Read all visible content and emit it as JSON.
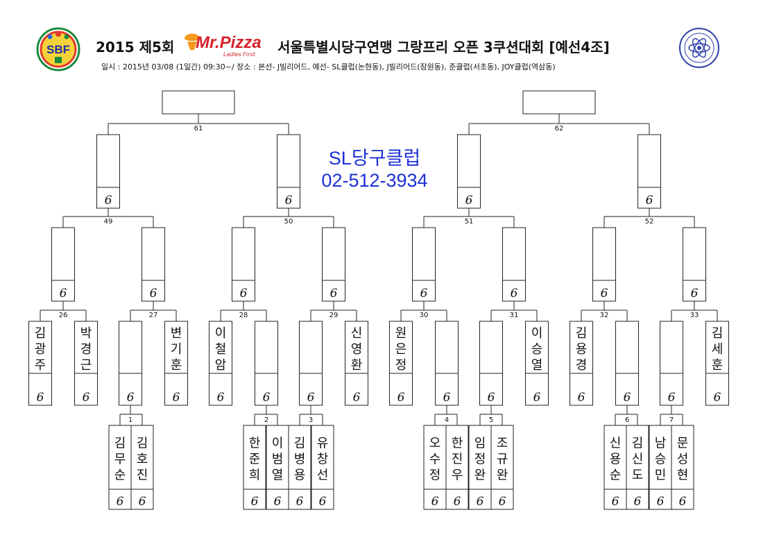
{
  "header": {
    "logo_left_text": "SBF",
    "year_round": "2015 제5회",
    "brand": "Mr.Pizza",
    "brand_sub": "Ladies First",
    "title": "서울특별시당구연맹 그랑프리 오픈 3쿠션대회 [예선4조]",
    "info": "일시 : 2015년 03/08 (1일간) 09:30~/ 장소 : 본선- J빌리어드, 예선- SL클럽(논현동), J빌리어드(잠원동), 준클럽(서초동), JOY클럽(역삼동)"
  },
  "promo": {
    "club": "SL당구클럽",
    "phone": "02-512-3934"
  },
  "bracket": {
    "score": "6",
    "final_slots": [
      {
        "player": ""
      },
      {
        "player": ""
      }
    ],
    "match_numbers": {
      "r61": "61",
      "r62": "62",
      "r49": "49",
      "r50": "50",
      "r51": "51",
      "r52": "52",
      "r26": "26",
      "r27": "27",
      "r28": "28",
      "r29": "29",
      "r30": "30",
      "r31": "31",
      "r32": "32",
      "r33": "33",
      "r1": "1",
      "r2": "2",
      "r3": "3",
      "r4": "4",
      "r5": "5",
      "r6": "6",
      "r7": "7"
    },
    "r16": [
      {
        "player": ""
      },
      {
        "player": ""
      },
      {
        "player": ""
      },
      {
        "player": ""
      }
    ],
    "r32": [
      {
        "player": ""
      },
      {
        "player": ""
      },
      {
        "player": ""
      },
      {
        "player": ""
      },
      {
        "player": ""
      },
      {
        "player": ""
      },
      {
        "player": ""
      },
      {
        "player": ""
      }
    ],
    "r64": [
      {
        "player": "김광주"
      },
      {
        "player": "박경근"
      },
      {
        "player": ""
      },
      {
        "player": "변기훈"
      },
      {
        "player": "이철암"
      },
      {
        "player": ""
      },
      {
        "player": ""
      },
      {
        "player": "신영환"
      },
      {
        "player": "원은정"
      },
      {
        "player": ""
      },
      {
        "player": ""
      },
      {
        "player": "이승열"
      },
      {
        "player": "김용경"
      },
      {
        "player": ""
      },
      {
        "player": ""
      },
      {
        "player": "김세훈"
      }
    ],
    "prelim": [
      {
        "player": "김무순"
      },
      {
        "player": "김호진"
      },
      {
        "player": "한준희"
      },
      {
        "player": "이범열"
      },
      {
        "player": "김병용"
      },
      {
        "player": "유창선"
      },
      {
        "player": "오수정"
      },
      {
        "player": "한진우"
      },
      {
        "player": "임정완"
      },
      {
        "player": "조규완"
      },
      {
        "player": "신용순"
      },
      {
        "player": "김신도"
      },
      {
        "player": "남승민"
      },
      {
        "player": "문성현"
      }
    ]
  }
}
